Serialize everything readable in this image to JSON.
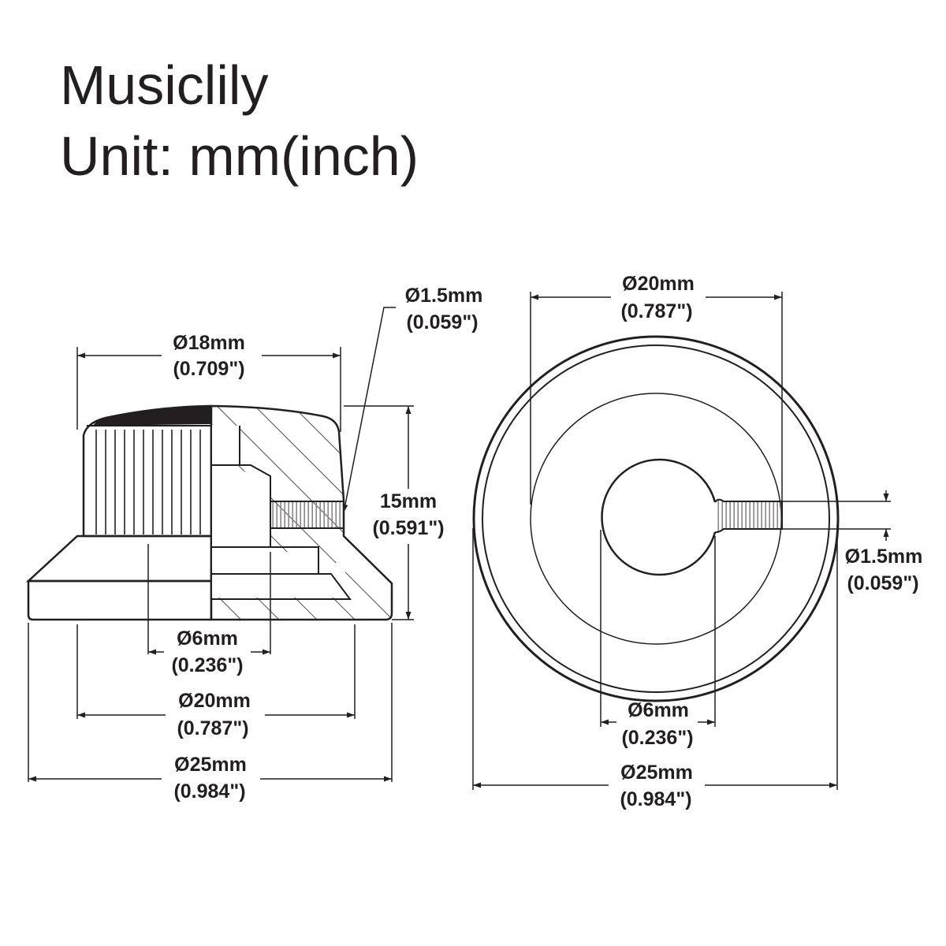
{
  "header": {
    "brand": "Musiclily",
    "unit": "Unit: mm(inch)"
  },
  "colors": {
    "ink": "#231f20",
    "background": "#ffffff",
    "cap_fill": "#231f20"
  },
  "side_view": {
    "top_diameter": {
      "mm": "Ø18mm",
      "inch": "(0.709\")"
    },
    "set_screw": {
      "mm": "Ø1.5mm",
      "inch": "(0.059\")"
    },
    "height": {
      "mm": "15mm",
      "inch": "(0.591\")"
    },
    "shaft_hole": {
      "mm": "Ø6mm",
      "inch": "(0.236\")"
    },
    "skirt_diameter": {
      "mm": "Ø20mm",
      "inch": "(0.787\")"
    },
    "base_diameter": {
      "mm": "Ø25mm",
      "inch": "(0.984\")"
    }
  },
  "bottom_view": {
    "inner_diameter": {
      "mm": "Ø20mm",
      "inch": "(0.787\")"
    },
    "set_screw": {
      "mm": "Ø1.5mm",
      "inch": "(0.059\")"
    },
    "shaft_hole": {
      "mm": "Ø6mm",
      "inch": "(0.236\")"
    },
    "outer_diameter": {
      "mm": "Ø25mm",
      "inch": "(0.984\")"
    }
  }
}
